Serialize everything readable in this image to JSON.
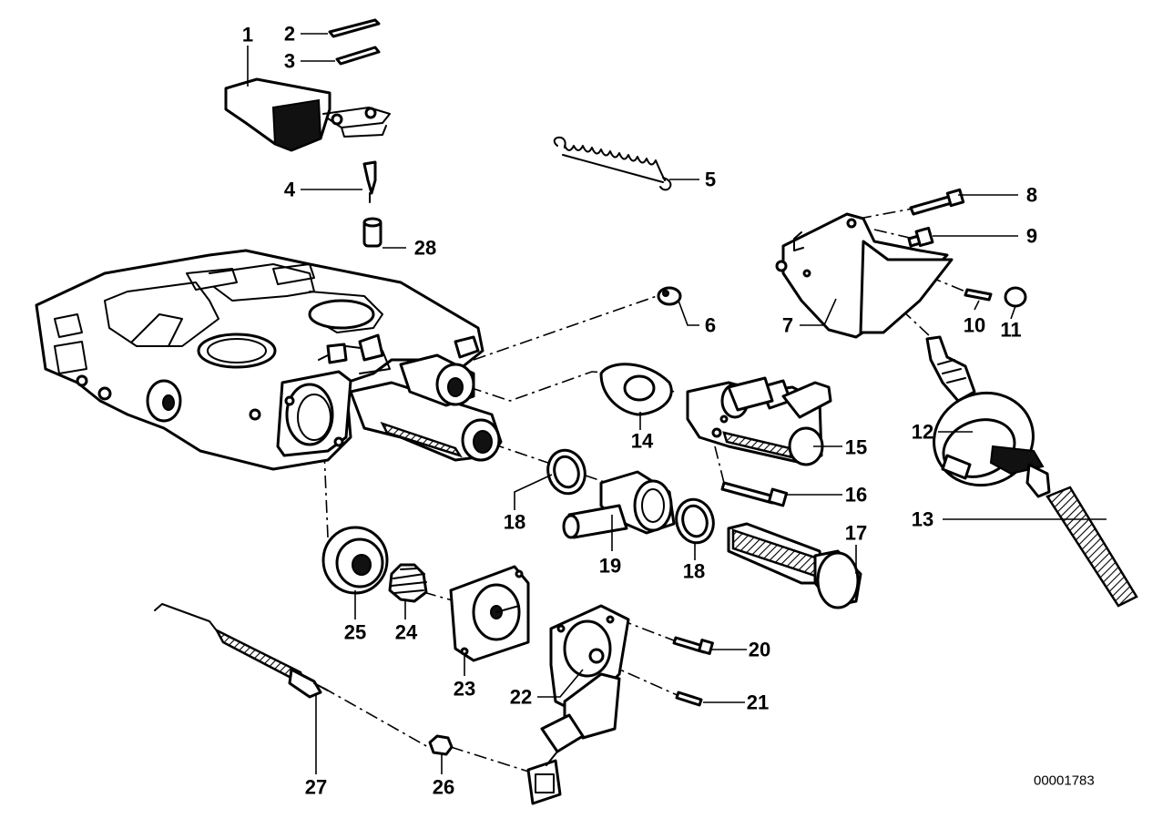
{
  "diagram": {
    "reference_number": "00001783",
    "callouts": [
      {
        "id": "1",
        "label": "1"
      },
      {
        "id": "2",
        "label": "2"
      },
      {
        "id": "3",
        "label": "3"
      },
      {
        "id": "4",
        "label": "4"
      },
      {
        "id": "5",
        "label": "5"
      },
      {
        "id": "6",
        "label": "6"
      },
      {
        "id": "7",
        "label": "7"
      },
      {
        "id": "8",
        "label": "8"
      },
      {
        "id": "9",
        "label": "9"
      },
      {
        "id": "10",
        "label": "10"
      },
      {
        "id": "11",
        "label": "11"
      },
      {
        "id": "12",
        "label": "12"
      },
      {
        "id": "13",
        "label": "13"
      },
      {
        "id": "14",
        "label": "14"
      },
      {
        "id": "15",
        "label": "15"
      },
      {
        "id": "16",
        "label": "16"
      },
      {
        "id": "17",
        "label": "17"
      },
      {
        "id": "18a",
        "label": "18"
      },
      {
        "id": "18b",
        "label": "18"
      },
      {
        "id": "19",
        "label": "19"
      },
      {
        "id": "20",
        "label": "20"
      },
      {
        "id": "21",
        "label": "21"
      },
      {
        "id": "22",
        "label": "22"
      },
      {
        "id": "23",
        "label": "23"
      },
      {
        "id": "24",
        "label": "24"
      },
      {
        "id": "25",
        "label": "25"
      },
      {
        "id": "26",
        "label": "26"
      },
      {
        "id": "27",
        "label": "27"
      },
      {
        "id": "28",
        "label": "28"
      }
    ]
  }
}
